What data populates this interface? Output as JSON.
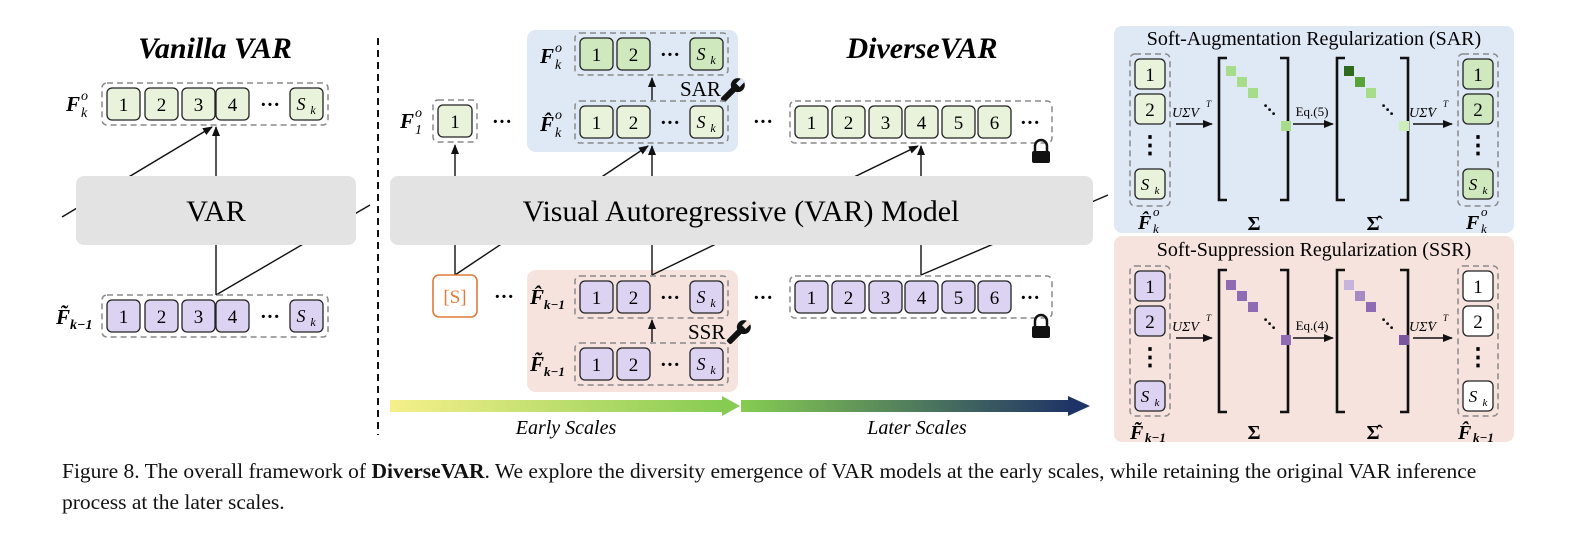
{
  "colors": {
    "green_token": "#e9f3dc",
    "green_token_dark": "#cfe8bd",
    "purple_token": "#dcd3f2",
    "blue_panel": "#dfe8f5",
    "pink_panel": "#f6e3de",
    "model_band": "#e3e3e3",
    "start_token": "#e07a3a",
    "arrow_green": "#8fcf5a",
    "arrow_navy": "#1f3b6b"
  },
  "vanilla": {
    "title": "Vanilla VAR",
    "top_label": "F",
    "top_label_sup": "o",
    "top_label_sub": "k",
    "tokens": [
      "1",
      "2",
      "3",
      "4"
    ],
    "dots": "···",
    "last": "S",
    "last_sub": "k",
    "model": "VAR",
    "bottom_label": "F̃",
    "bottom_label_sub": "k−1"
  },
  "diverse": {
    "title": "DiverseVAR",
    "f1_label": "F",
    "f1_sup": "o",
    "f1_sub": "1",
    "f1_token": "1",
    "ellipsis": "···",
    "top_label": "F",
    "top_label_sup": "o",
    "top_label_sub": "k",
    "hat_label": "F̂",
    "hat_label_sup": "o",
    "hat_label_sub": "k",
    "sar_tag": "SAR",
    "ssr_tag": "SSR",
    "model": "Visual Autoregressive (VAR) Model",
    "start_token": "[S]",
    "hat_prev": "F̂",
    "hat_prev_sub": "k−1",
    "tilde_prev": "F̃",
    "tilde_prev_sub": "k−1",
    "tokens_two": [
      "1",
      "2"
    ],
    "later_tokens": [
      "1",
      "2",
      "3",
      "4",
      "5",
      "6"
    ],
    "last": "S",
    "last_sub": "k",
    "early": "Early Scales",
    "later": "Later Scales"
  },
  "sar": {
    "title": "Soft-Augmentation Regularization (SAR)",
    "svd": "UΣV",
    "svd_sup": "T",
    "svd_hat": "UΣ̂V",
    "eq": "Eq.(5)",
    "sigma": "Σ",
    "sigma_hat": "Σ̂",
    "in_label": "F̂",
    "in_sup": "o",
    "in_sub": "k",
    "out_label": "F",
    "out_sup": "o",
    "out_sub": "k",
    "tokens": [
      "1",
      "2"
    ],
    "vdots": "⋮",
    "last": "S",
    "last_sub": "k",
    "diag_sigma": [
      "#a6dc8a",
      "#a6dc8a",
      "#a6dc8a",
      "#a6dc8a"
    ],
    "diag_sigma_hat": [
      "#2e6a1e",
      "#57a53a",
      "#a6dc8a",
      "#cdeeb8"
    ]
  },
  "ssr": {
    "title": "Soft-Suppression Regularization (SSR)",
    "svd": "UΣV",
    "svd_sup": "T",
    "svd_hat": "UΣ̂V",
    "eq": "Eq.(4)",
    "sigma": "Σ",
    "sigma_hat": "Σ̂",
    "in_label": "F̃",
    "in_sub": "k−1",
    "out_label": "F̂",
    "out_sub": "k−1",
    "tokens": [
      "1",
      "2"
    ],
    "vdots": "⋮",
    "last": "S",
    "last_sub": "k",
    "diag_sigma": [
      "#8f6bb3",
      "#8f6bb3",
      "#8f6bb3",
      "#8f6bb3"
    ],
    "diag_sigma_hat": [
      "#c6b4dc",
      "#a58ac4",
      "#8f6bb3",
      "#7a56a1"
    ]
  },
  "caption": {
    "prefix": "Figure 8. The overall framework of ",
    "bold": "DiverseVAR",
    "suffix": ". We explore the diversity emergence of VAR models at the early scales, while retaining the original VAR inference process at the later scales."
  }
}
